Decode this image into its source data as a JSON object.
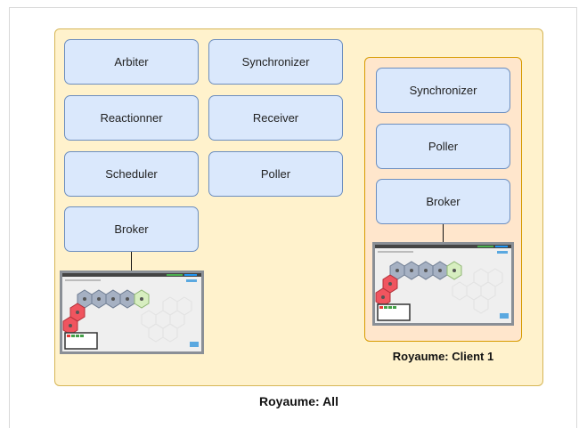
{
  "realms": {
    "all": {
      "label": "Royaume: All",
      "daemons": [
        "Arbiter",
        "Synchronizer",
        "Reactionner",
        "Receiver",
        "Scheduler",
        "Poller",
        "Broker"
      ]
    },
    "client1": {
      "label": "Royaume: Client 1",
      "daemons": [
        "Synchronizer",
        "Poller",
        "Broker"
      ]
    }
  },
  "colors": {
    "realm_all_fill": "#fff2cc",
    "realm_all_stroke": "#d6b656",
    "realm_client_fill": "#ffe6cc",
    "realm_client_stroke": "#d79b00",
    "node_fill": "#dae8fc",
    "node_stroke": "#6c8ebf",
    "hex_red": "#f0555f",
    "hex_grey": "#a6b1c3",
    "hex_green": "#d7eec0"
  },
  "icons": {
    "webui": "dashboard-screenshot-icon"
  }
}
